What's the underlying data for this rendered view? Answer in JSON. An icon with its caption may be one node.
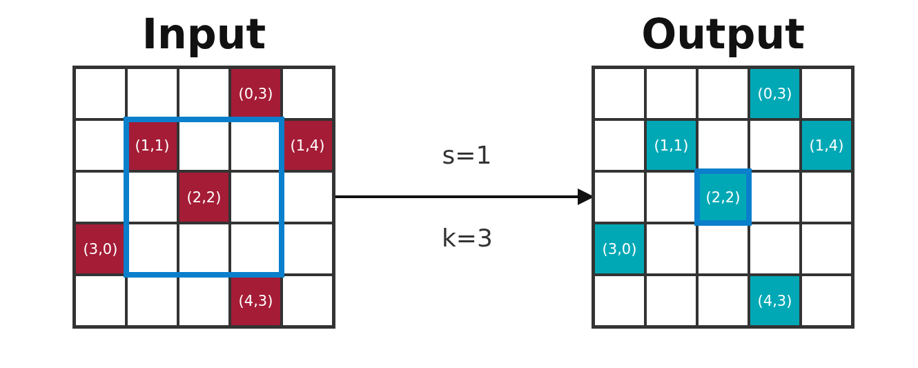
{
  "diagram": {
    "nodes": [
      {
        "text": [
          "Input"
        ]
      },
      {
        "text": [],
        "shape": "box",
        "in": 0
      },
      {
        "text": [],
        "shape": "box",
        "in": 0
      },
      {
        "text": [],
        "shape": "box",
        "in": 0
      },
      {
        "text": [
          "(0,3)"
        ],
        "in": 0
      },
      {
        "text": [],
        "shape": "box",
        "in": 0
      },
      {
        "text": [],
        "shape": "box",
        "in": 0
      },
      {
        "text": [
          "(1,1)"
        ],
        "in": 0
      },
      {
        "text": [],
        "shape": "box",
        "in": 0
      },
      {
        "text": [],
        "shape": "box",
        "in": 0
      },
      {
        "text": [
          "(1,4)"
        ],
        "in": 0
      },
      {
        "text": [],
        "shape": "box",
        "in": 0
      },
      {
        "text": [],
        "shape": "box",
        "in": 0
      },
      {
        "text": [
          "(2,2)"
        ],
        "in": 0
      },
      {
        "text": [],
        "shape": "box",
        "in": 0
      },
      {
        "text": [],
        "shape": "box",
        "in": 0
      },
      {
        "text": [
          "(3,0)"
        ],
        "in": 0
      },
      {
        "text": [],
        "shape": "box",
        "in": 0
      },
      {
        "text": [],
        "shape": "box",
        "in": 0
      },
      {
        "text": [],
        "shape": "box",
        "in": 0
      },
      {
        "text": [],
        "shape": "box",
        "in": 0
      },
      {
        "text": [],
        "shape": "box",
        "in": 0
      },
      {
        "text": [],
        "shape": "box",
        "in": 0
      },
      {
        "text": [],
        "shape": "box",
        "in": 0
      },
      {
        "text": [
          "(4,3)"
        ],
        "in": 0
      },
      {
        "text": [],
        "shape": "box",
        "in": 0
      },
      {
        "text": [
          "Output"
        ]
      },
      {
        "text": [],
        "shape": "box",
        "in": 26
      },
      {
        "text": [],
        "shape": "box",
        "in": 26
      },
      {
        "text": [],
        "shape": "box",
        "in": 26
      },
      {
        "text": [
          "(0,3)"
        ],
        "in": 26
      },
      {
        "text": [],
        "shape": "box",
        "in": 26
      },
      {
        "text": [],
        "shape": "box",
        "in": 26
      },
      {
        "text": [
          "(1,1)"
        ],
        "in": 26
      },
      {
        "text": [],
        "shape": "box",
        "in": 26
      },
      {
        "text": [],
        "shape": "box",
        "in": 26
      },
      {
        "text": [
          "(1,4)"
        ],
        "in": 26
      },
      {
        "text": [],
        "shape": "box",
        "in": 26
      },
      {
        "text": [],
        "shape": "box",
        "in": 26
      },
      {
        "text": [
          "(2,2)"
        ],
        "in": 26
      },
      {
        "text": [],
        "shape": "box",
        "in": 26
      },
      {
        "text": [],
        "shape": "box",
        "in": 26
      },
      {
        "text": [
          "(3,0)"
        ],
        "in": 26
      },
      {
        "text": [],
        "shape": "box",
        "in": 26
      },
      {
        "text": [],
        "shape": "box",
        "in": 26
      },
      {
        "text": [],
        "shape": "box",
        "in": 26
      },
      {
        "text": [],
        "shape": "box",
        "in": 26
      },
      {
        "text": [],
        "shape": "box",
        "in": 26
      },
      {
        "text": [],
        "shape": "box",
        "in": 26
      },
      {
        "text": [],
        "shape": "box",
        "in": 26
      },
      {
        "text": [
          "(4,3)"
        ],
        "in": 26
      },
      {
        "text": [],
        "shape": "box",
        "in": 26
      }
    ],
    "edges": [
      {
        "from": 0,
        "to": 26,
        "arrow": "to",
        "label": "s=1"
      }
    ],
    "labels": [
      "k=3"
    ]
  }
}
